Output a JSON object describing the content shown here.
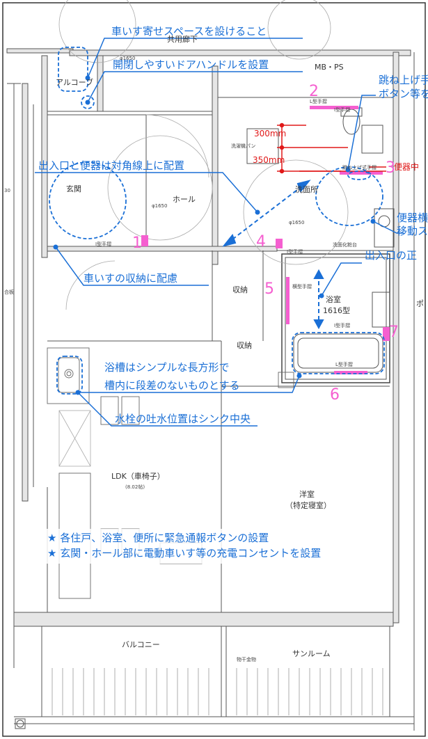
{
  "rooms": {
    "mbps": "MB・PS",
    "genkan": "玄関",
    "hall": "ホール",
    "senmenjo": "洗面所",
    "shuno": "収納",
    "shuno2": "収納",
    "yokushitsu": "浴室",
    "yokushitsu_type": "1616型",
    "ldk": "LDK（車椅子）",
    "ldk_size": "(8.02帖)",
    "yoshitsu": "洋室",
    "yoshitsu_sub": "（特定寝室）",
    "balcony": "バルコニー",
    "sunroom": "サンルーム",
    "corridor_top": "共用廊下",
    "alcove": "アルコーブ",
    "senmen_kesho": "洗面化粧台",
    "sentakuki_pan": "洗濯機パン",
    "monohoshi": "物干金物",
    "right_edge": "ポ"
  },
  "fixtures": {
    "i_handrail_1": "I型手摺",
    "i_handrail_2": "I型手摺",
    "i_handrail_3": "I型手摺",
    "i_handrail_4": "I型手摺",
    "l_handrail_1": "L型手摺",
    "l_handrail_2": "L型手摺",
    "yoko_handrail": "横型手摺",
    "haneage_handrail": "跳ね上げ式手摺",
    "dia_1": "φ1650",
    "dia_2": "φ1650",
    "dia_3": "φ1650",
    "ai_gouban": "合板",
    "left_edge_num": "30"
  },
  "dimensions": {
    "d300": "300mm",
    "d350": "350mm",
    "benki_label": "便器中"
  },
  "numbers": [
    "1",
    "2",
    "3",
    "4",
    "5",
    "6",
    "7"
  ],
  "annotations": {
    "a1": "車いす寄せスペースを設けること",
    "a2": "開閉しやすいドアハンドルを設置",
    "a3": "出入口と便器は対角線上に配置",
    "a4": "車いすの収納に配慮",
    "a5_line1": "浴槽はシンプルな長方形で",
    "a5_line2": "槽内に段差のないものとする",
    "a6": "水栓の吐水位置はシンク中央",
    "a7_line1": "跳ね上げ手",
    "a7_line2": "ボタン等を",
    "a8_line1": "便器横",
    "a8_line2": "移動ス",
    "a9": "出入口の正"
  },
  "notes": {
    "n1": "★ 各住戸、浴室、便所に緊急通報ボタンの設置",
    "n2": "★ 玄関・ホール部に電動車いす等の充電コンセントを設置"
  },
  "colors": {
    "annotation_blue": "#1a6fd6",
    "marker_pink": "#f55fd0",
    "dimension_red": "#e01818",
    "wall": "#555555",
    "wall_fill": "#eaeaea"
  }
}
